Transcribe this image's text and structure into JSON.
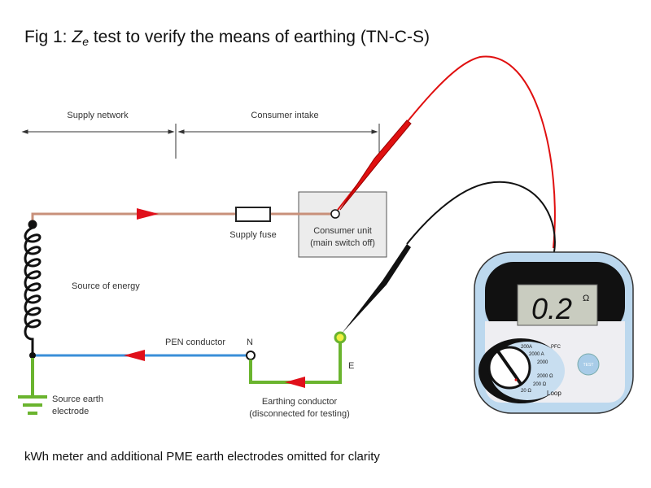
{
  "title": {
    "prefix": "Fig 1: ",
    "z": "Z",
    "sub": "e",
    "rest": " test to verify the means of earthing (TN-C-S)"
  },
  "labels": {
    "supply_network": "Supply network",
    "consumer_intake": "Consumer intake",
    "supply_fuse": "Supply fuse",
    "consumer_unit": "Consumer unit",
    "consumer_unit_note": "(main switch off)",
    "source_of_energy": "Source of energy",
    "pen_conductor": "PEN conductor",
    "n": "N",
    "e": "E",
    "earthing_conductor": "Earthing conductor",
    "earthing_note": "(disconnected for testing)",
    "source_earth": "Source earth",
    "electrode": "electrode"
  },
  "meter": {
    "reading": "0.2",
    "unit": "Ω",
    "test_button": "TEST",
    "loop": "Loop",
    "ptc": "PFC",
    "dial": [
      "200A",
      "2000 A",
      "2000",
      "2000 Ω",
      "200 Ω",
      "20 Ω"
    ]
  },
  "footer": "kWh meter and additional PME earth electrodes omitted for clarity",
  "colors": {
    "live": "#c8907a",
    "neutral": "#3a8fd8",
    "earth": "#6ab42e",
    "arrow": "#e0101a",
    "red_lead": "#e01010",
    "meter_body": "#bcd8ee",
    "lcd": "#c9ccc0"
  }
}
